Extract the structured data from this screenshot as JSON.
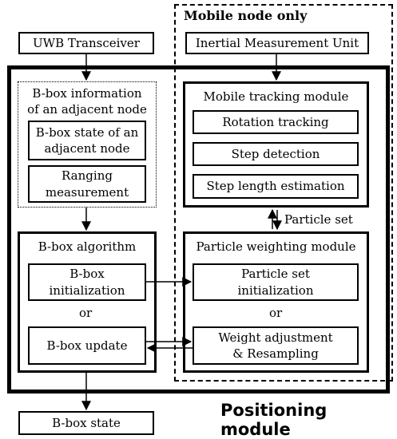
{
  "nodes": {
    "uwb": "UWB Transceiver",
    "imu": "Inertial Measurement Unit",
    "mobile_region_title": "Mobile node only",
    "bbox_info_title": "B-box information\nof an adjacent node",
    "bbox_state_adjacent": "B-box state of an\nadjacent node",
    "ranging": "Ranging\nmeasurement",
    "bbox_algorithm_title": "B-box algorithm",
    "bbox_init": "B-box\ninitialization",
    "or_left": "or",
    "bbox_update": "B-box update",
    "mobile_tracking_title": "Mobile tracking module",
    "rotation": "Rotation tracking",
    "step_detection": "Step detection",
    "step_length": "Step length estimation",
    "particle_set_label": "Particle set",
    "particle_weighting_title": "Particle weighting module",
    "particle_init": "Particle set\ninitialization",
    "or_right": "or",
    "weight_adjust": "Weight adjustment\n& Resampling",
    "bbox_state_out": "B-box state",
    "positioning_title": "Positioning module"
  }
}
